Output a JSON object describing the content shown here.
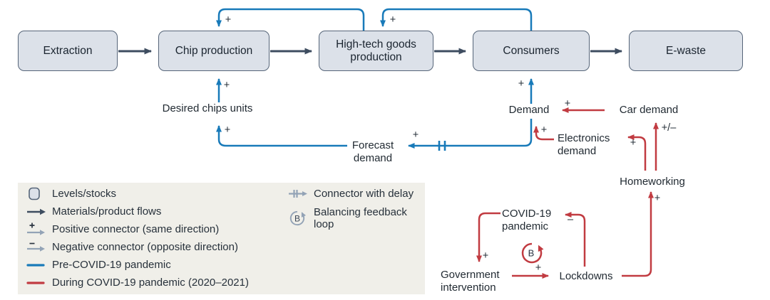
{
  "figure": {
    "type": "causal-loop-diagram",
    "topic": "Chip supply chain pre- and during COVID-19 pandemic"
  },
  "flow_boxes": [
    {
      "label": "Extraction"
    },
    {
      "label": "Chip production"
    },
    {
      "label": "High-tech goods production"
    },
    {
      "label": "Consumers"
    },
    {
      "label": "E-waste"
    }
  ],
  "material_flows": [
    {
      "from": "Extraction",
      "to": "Chip production"
    },
    {
      "from": "Chip production",
      "to": "High-tech goods production"
    },
    {
      "from": "High-tech goods production",
      "to": "Consumers"
    },
    {
      "from": "Consumers",
      "to": "E-waste"
    }
  ],
  "nodes": {
    "desired_chips_units": "Desired chips units",
    "forecast_demand": "Forecast demand",
    "demand": "Demand",
    "car_demand": "Car demand",
    "electronics_demand": "Electronics demand",
    "homeworking": "Homeworking",
    "covid19_pandemic": "COVID-19 pandemic",
    "government_intervention": "Government intervention",
    "lockdowns": "Lockdowns",
    "balancing_loop_letter": "B"
  },
  "connections": [
    {
      "from": "High-tech goods production",
      "to": "Chip production",
      "sign": "+",
      "period": "pre-covid"
    },
    {
      "from": "Consumers",
      "to": "High-tech goods production",
      "sign": "+",
      "period": "pre-covid"
    },
    {
      "from": "Desired chips units",
      "to": "Chip production",
      "sign": "+",
      "period": "pre-covid"
    },
    {
      "from": "Forecast demand",
      "to": "Desired chips units",
      "sign": "+",
      "period": "pre-covid"
    },
    {
      "from": "Demand",
      "to": "Consumers",
      "sign": "+",
      "period": "pre-covid"
    },
    {
      "from": "Demand",
      "to": "Forecast demand",
      "sign": "+",
      "period": "pre-covid",
      "delay": true
    },
    {
      "from": "Car demand",
      "to": "Demand",
      "sign": "+",
      "period": "during-covid"
    },
    {
      "from": "Electronics demand",
      "to": "Demand",
      "sign": "+",
      "period": "during-covid"
    },
    {
      "from": "Homeworking",
      "to": "Electronics demand",
      "sign": "+",
      "period": "during-covid"
    },
    {
      "from": "Homeworking",
      "to": "Car demand",
      "sign": "+/–",
      "period": "during-covid"
    },
    {
      "from": "Lockdowns",
      "to": "Homeworking",
      "sign": "+",
      "period": "during-covid"
    },
    {
      "from": "Government intervention",
      "to": "Lockdowns",
      "sign": "+",
      "period": "during-covid"
    },
    {
      "from": "COVID-19 pandemic",
      "to": "Government intervention",
      "sign": "+",
      "period": "during-covid"
    },
    {
      "from": "Lockdowns",
      "to": "COVID-19 pandemic",
      "sign": "–",
      "period": "during-covid",
      "loop": "B"
    }
  ],
  "legend": {
    "left": [
      {
        "icon": "stock-icon",
        "label": "Levels/stocks"
      },
      {
        "icon": "flow-arrow-icon",
        "label": "Materials/product flows"
      },
      {
        "icon": "positive-connector-icon",
        "label": "Positive connector (same direction)"
      },
      {
        "icon": "negative-connector-icon",
        "label": "Negative connector (opposite direction)"
      },
      {
        "icon": "blue-line-icon",
        "label": "Pre-COVID-19 pandemic"
      },
      {
        "icon": "red-line-icon",
        "label": "During COVID-19 pandemic (2020–2021)"
      }
    ],
    "right": [
      {
        "icon": "delay-connector-icon",
        "label": "Connector with delay"
      },
      {
        "icon": "balancing-loop-icon",
        "label": "Balancing feedback loop",
        "letter": "B"
      }
    ]
  },
  "colors": {
    "pre_covid_blue": "#187ab9",
    "during_covid_red": "#c13b41",
    "flow_dark": "#3e4d60",
    "box_fill": "#dce1e9",
    "box_border": "#566579",
    "legend_bg": "#f0efe9"
  }
}
